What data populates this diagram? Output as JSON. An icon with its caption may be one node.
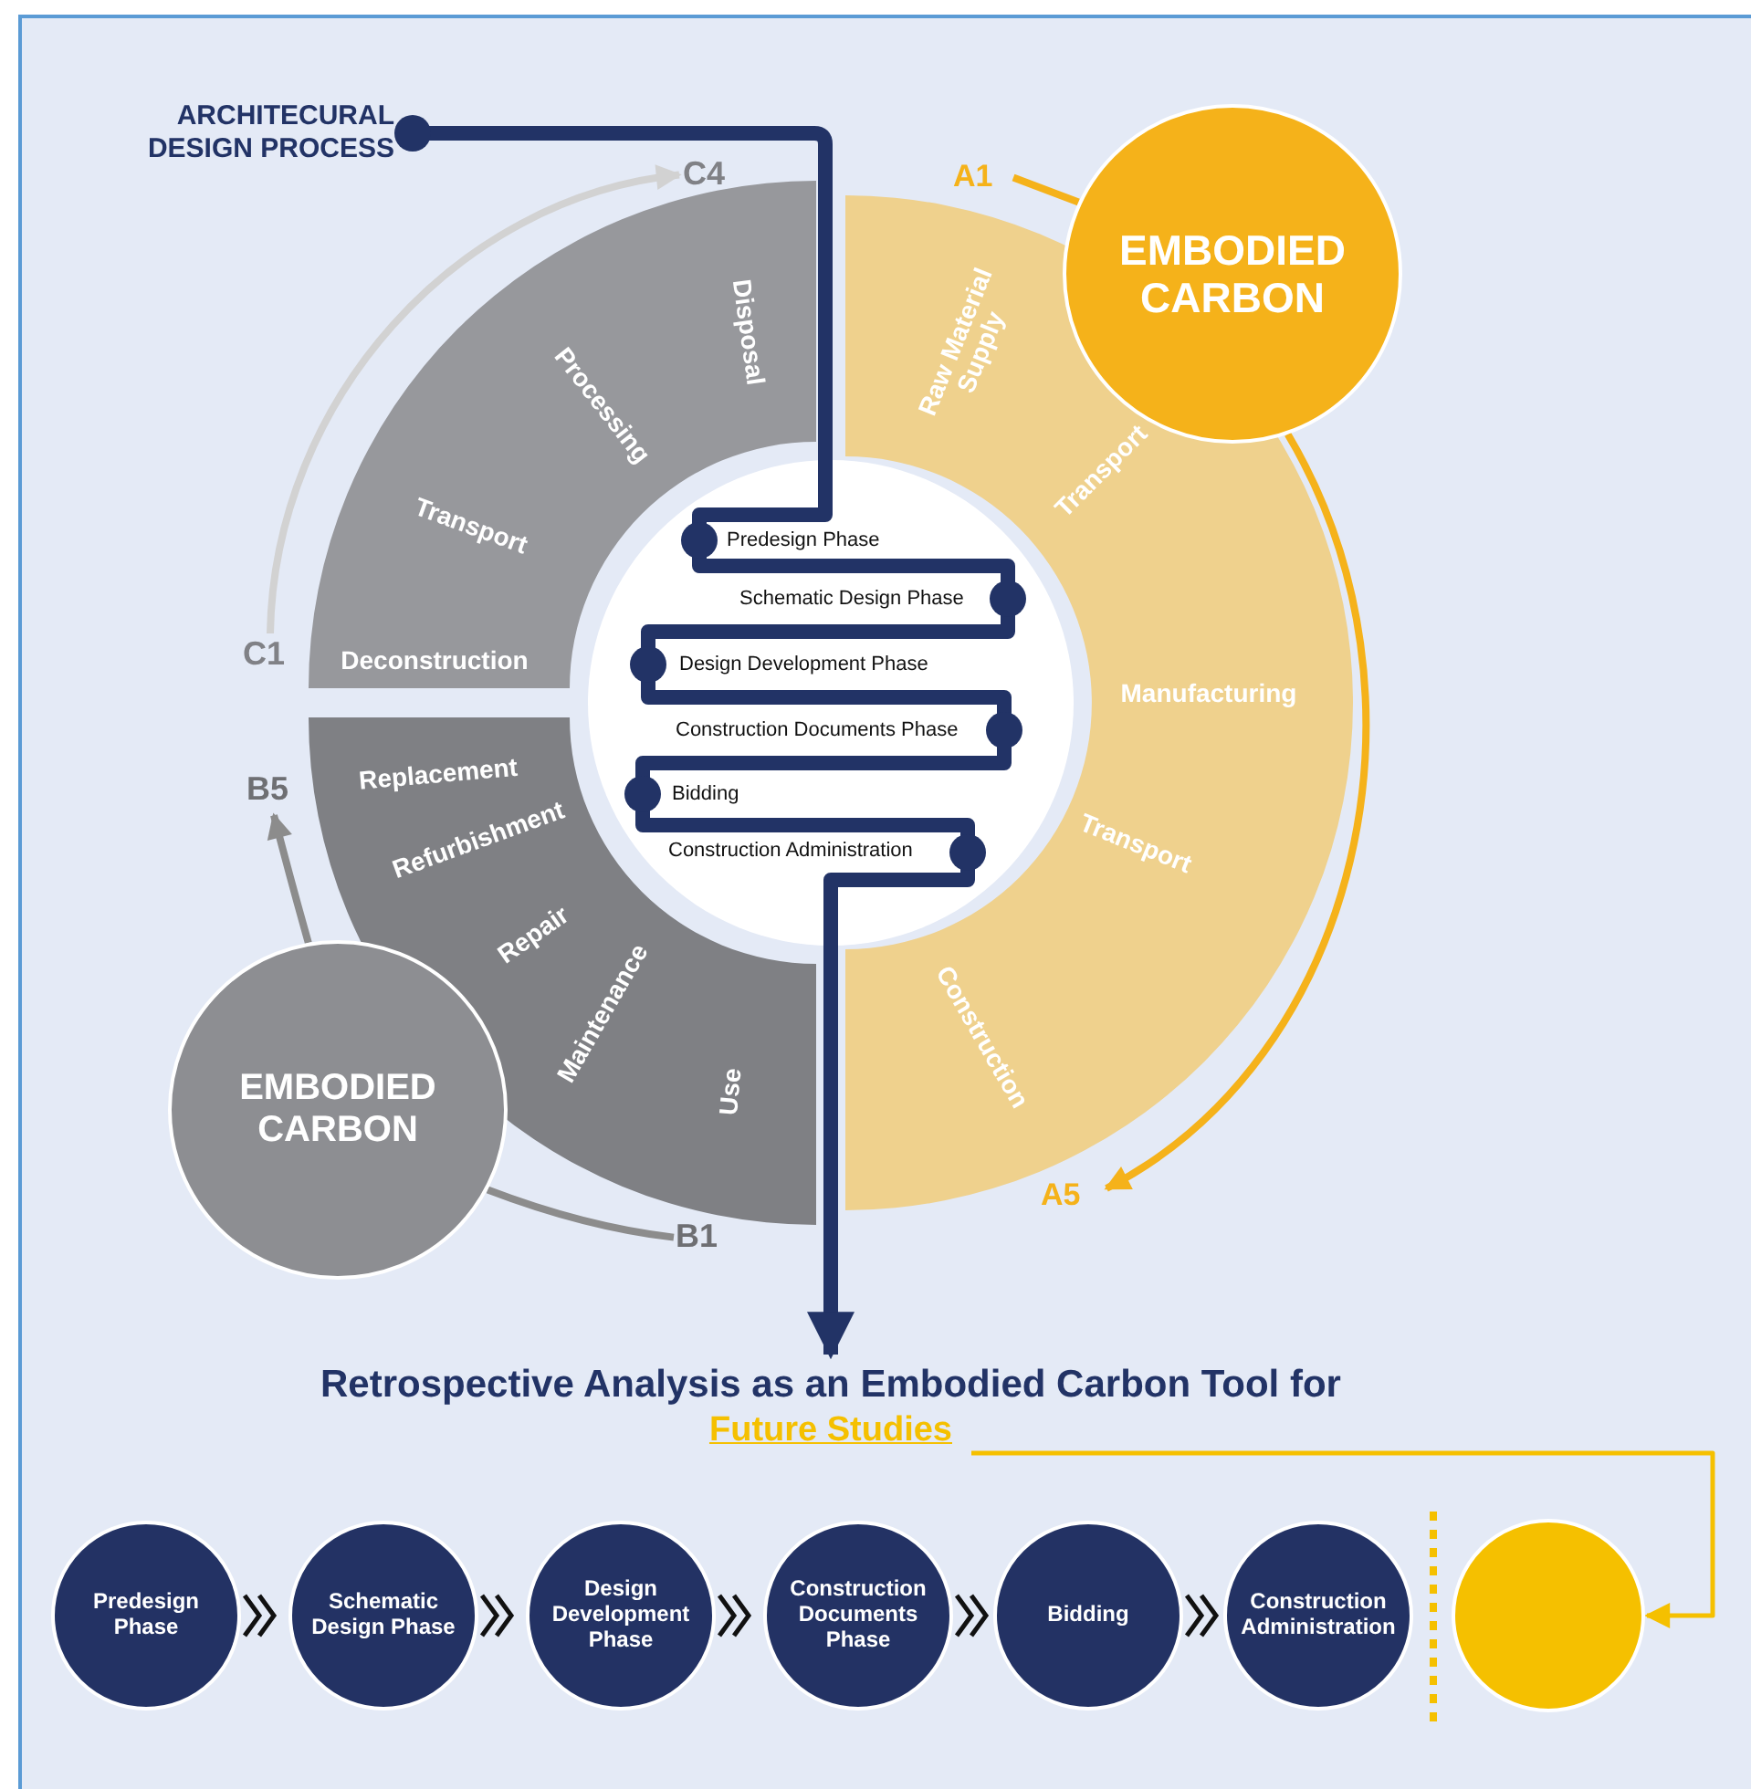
{
  "diagram": {
    "nodes": [
      {
        "text": [
          "ARCHITECURAL DESIGN PROCESS"
        ]
      },
      {
        "text": [
          "C4"
        ]
      },
      {
        "text": [
          "A1"
        ]
      },
      {
        "text": [
          "EMBODIED CARBON"
        ]
      },
      {
        "text": [
          "Deconstruction",
          "Transport",
          "Processing",
          "Disposal"
        ]
      },
      {
        "text": [
          "Raw Material Supply",
          "Transport",
          "Manufacturing",
          "Transport",
          "Construction"
        ]
      },
      {
        "text": [
          "C1"
        ]
      },
      {
        "text": [
          "B5"
        ]
      },
      {
        "text": [
          "Replacement",
          "Refurbishment",
          "Repair",
          "Maintenance",
          "Use"
        ]
      },
      {
        "text": [
          "EMBODIED CARBON"
        ]
      },
      {
        "text": [
          "B1"
        ]
      },
      {
        "text": [
          "A5"
        ]
      },
      {
        "text": [
          "Retrospective Analysis as an Embodied Carbon Tool for",
          "Future Studies"
        ]
      },
      {
        "text": [
          "Predesign Phase"
        ]
      },
      {
        "text": [
          "Schematic Design Phase"
        ]
      },
      {
        "text": [
          "Design Development Phase"
        ]
      },
      {
        "text": [
          "Construction Documents Phase"
        ]
      },
      {
        "text": [
          "Bidding"
        ]
      },
      {
        "text": [
          "Construction Administration"
        ]
      },
      {
        "text": [],
        "shape": "circle"
      }
    ],
    "edges": [
      {
        "from": 0,
        "to": 12,
        "arrow": "to",
        "style": "thick",
        "color": "#223366"
      },
      {
        "from": 2,
        "to": 3,
        "arrow": "none",
        "color": "#f5b21a"
      },
      {
        "from": 3,
        "to": 11,
        "arrow": "to",
        "color": "#f5b21a"
      },
      {
        "from": 9,
        "to": 7,
        "arrow": "to",
        "color": "#8c8c8c"
      },
      {
        "from": 9,
        "to": 10,
        "arrow": "none",
        "color": "#8c8c8c"
      },
      {
        "from": 6,
        "to": 1,
        "arrow": "to",
        "color": "#d2d2d2"
      },
      {
        "from": 12,
        "to": 19,
        "arrow": "to",
        "color": "#f5c000"
      },
      {
        "from": 13,
        "to": 14,
        "arrow": "to"
      },
      {
        "from": 14,
        "to": 15,
        "arrow": "to"
      },
      {
        "from": 15,
        "to": 16,
        "arrow": "to"
      },
      {
        "from": 16,
        "to": 17,
        "arrow": "to"
      },
      {
        "from": 17,
        "to": 18,
        "arrow": "to"
      }
    ],
    "labels": [
      "Predesign Phase",
      "Schematic Design Phase",
      "Design Development Phase",
      "Construction Documents Phase",
      "Bidding",
      "Construction Administration"
    ]
  }
}
